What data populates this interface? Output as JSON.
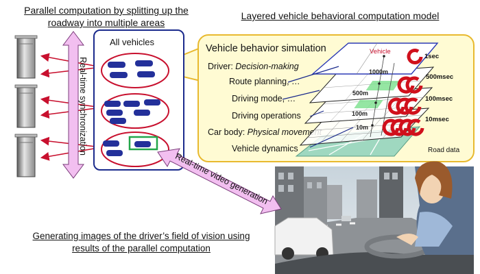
{
  "titles": {
    "left": "Parallel computation by splitting up the roadway into multiple areas",
    "right": "Layered vehicle behavioral computation model"
  },
  "all_vehicles_label": "All vehicles",
  "sync_label": "Real-time synchronization",
  "video_label": "Real-time video generation",
  "bottom_caption": "Generating images of the driver’s field of vision using results of the parallel  computation",
  "simulation": {
    "title": "Vehicle behavior simulation",
    "driver_prefix": "Driver: ",
    "driver_desc": "Decision-making",
    "route_planning": "Route planning, …",
    "driving_mode": "Driving mode, …",
    "driving_operations": "Driving operations",
    "car_body_prefix": "Car body: ",
    "car_body_desc": "Physical movement",
    "vehicle_dynamics": "Vehicle dynamics",
    "vehicle_tag": "Vehicle",
    "road_data": "Road data",
    "layers": [
      {
        "scale": "1000m",
        "period": "1sec"
      },
      {
        "scale": "500m",
        "period": "500msec"
      },
      {
        "scale": "100m",
        "period": "100msec"
      },
      {
        "scale": "10m",
        "period": "10msec"
      }
    ]
  },
  "colors": {
    "arrow_red": "#c8102e",
    "box_blue": "#1a2a8c",
    "sim_fill": "#fffbd3",
    "sim_border": "#e8b92e",
    "pink_arrow": "#f2bff0",
    "car_blue": "#23309a",
    "highlight_green": "#22a64a"
  }
}
